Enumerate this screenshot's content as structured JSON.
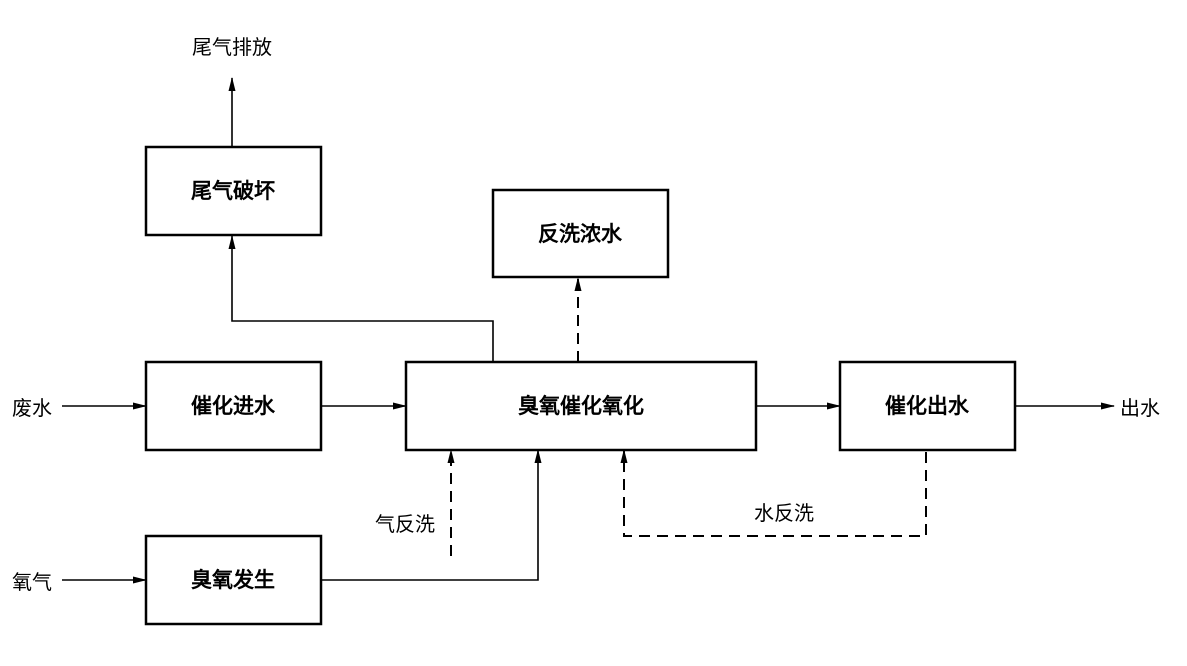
{
  "diagram": {
    "nodes": {
      "tail_gas_destruction": "尾气破坏",
      "backwash_concentrate": "反洗浓水",
      "catalytic_influent": "催化进水",
      "ozone_catalytic_oxidation": "臭氧催化氧化",
      "catalytic_effluent": "催化出水",
      "ozone_generation": "臭氧发生"
    },
    "labels": {
      "tail_gas_discharge": "尾气排放",
      "wastewater": "废水",
      "effluent": "出水",
      "oxygen": "氧气",
      "air_backwash": "气反洗",
      "water_backwash": "水反洗"
    },
    "colors": {
      "stroke": "#000000",
      "background": "#ffffff"
    }
  }
}
